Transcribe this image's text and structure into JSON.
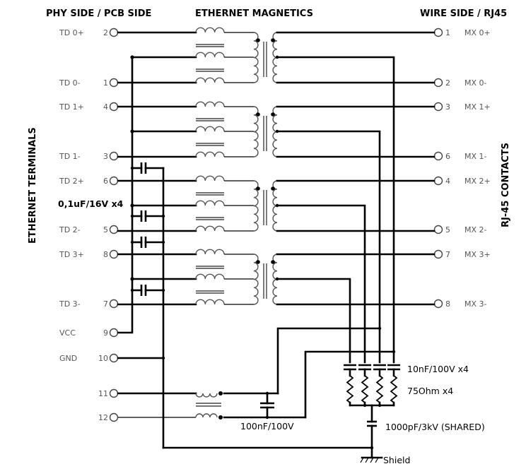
{
  "headers": {
    "phy_side": "PHY SIDE / PCB SIDE",
    "magnetics": "ETHERNET MAGNETICS",
    "wire_side": "WIRE SIDE / RJ45",
    "left_vertical": "ETHERNET TERMINALS",
    "right_vertical": "RJ-45 CONTACTS"
  },
  "left_pins": [
    {
      "name": "TD 0+",
      "num": "2"
    },
    {
      "name": "TD 0-",
      "num": "1"
    },
    {
      "name": "TD 1+",
      "num": "4"
    },
    {
      "name": "TD 1-",
      "num": "3"
    },
    {
      "name": "TD 2+",
      "num": "6"
    },
    {
      "name": "TD 2-",
      "num": "5"
    },
    {
      "name": "TD 3+",
      "num": "8"
    },
    {
      "name": "TD 3-",
      "num": "7"
    },
    {
      "name": "VCC",
      "num": "9"
    },
    {
      "name": "GND",
      "num": "10"
    },
    {
      "name": "",
      "num": "11"
    },
    {
      "name": "",
      "num": "12"
    }
  ],
  "right_pins": [
    {
      "name": "MX 0+",
      "num": "1"
    },
    {
      "name": "MX 0-",
      "num": "2"
    },
    {
      "name": "MX 1+",
      "num": "3"
    },
    {
      "name": "MX 1-",
      "num": "6"
    },
    {
      "name": "MX 2+",
      "num": "4"
    },
    {
      "name": "MX 2-",
      "num": "5"
    },
    {
      "name": "MX 3+",
      "num": "7"
    },
    {
      "name": "MX 3-",
      "num": "8"
    }
  ],
  "components": {
    "decoupling_caps": "0,1uF/16V  x4",
    "termination_caps": "10nF/100V  x4",
    "termination_resistors": "75Ohm  x4",
    "shared_cap": "1000pF/3kV (SHARED)",
    "led_cap": "100nF/100V",
    "shield": "Shield"
  }
}
